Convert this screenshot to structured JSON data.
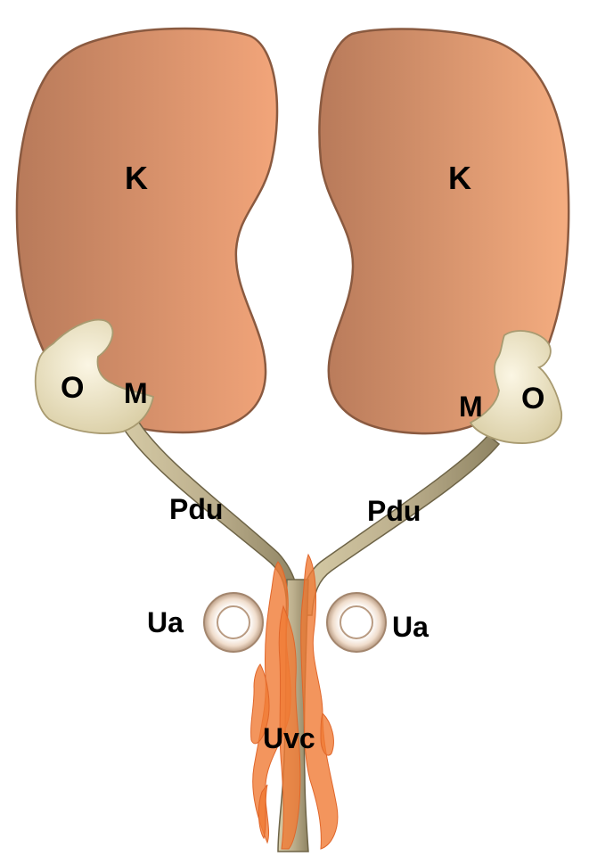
{
  "labels": {
    "kidney_left": "K",
    "kidney_right": "K",
    "ovary_left": "O",
    "ovary_right": "O",
    "mesonephros_left": "M",
    "mesonephros_right": "M",
    "duct_left": "Pdu",
    "duct_right": "Pdu",
    "artery_left": "Ua",
    "artery_right": "Ua",
    "uvc": "Uvc"
  },
  "colors": {
    "kidney_light": "#f2a57a",
    "kidney_dark": "#b87a5a",
    "kidney_outline": "#8a5a40",
    "ovary_fill": "#efe6c6",
    "duct_fill": "#bdb08e",
    "duct_outline": "#6e6447",
    "artery_fill": "#f3e3d6",
    "uvc_fill": "#f07a35"
  }
}
